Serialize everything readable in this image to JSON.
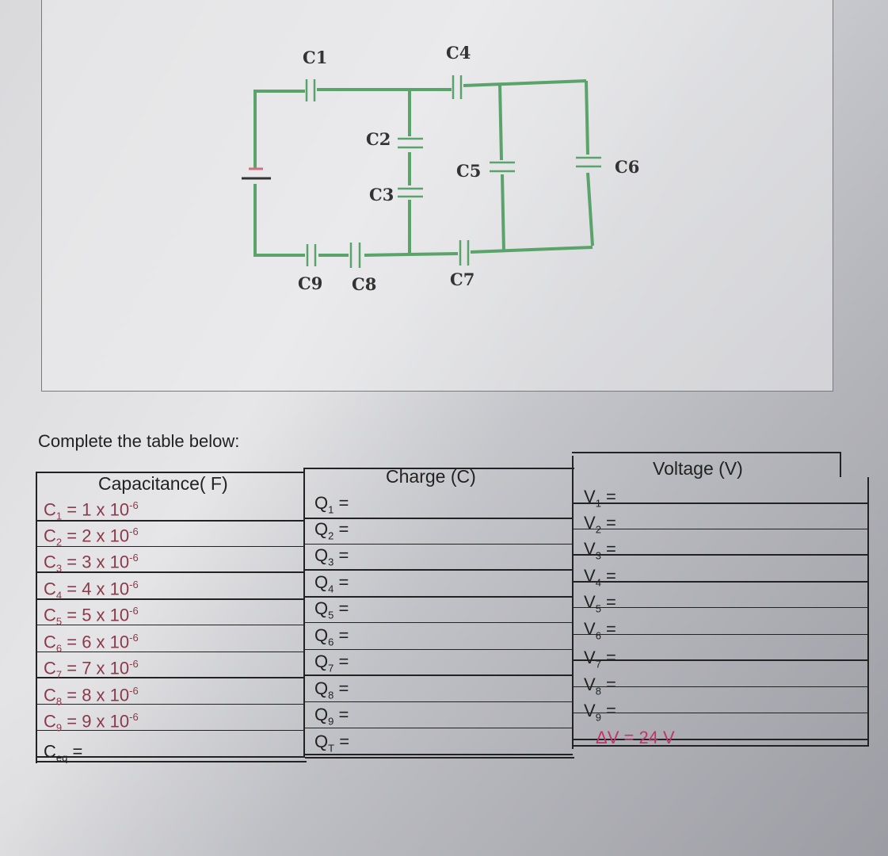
{
  "circuit": {
    "capacitor_labels": {
      "c1": "C1",
      "c2": "C2",
      "c3": "C3",
      "c4": "C4",
      "c5": "C5",
      "c6": "C6",
      "c7": "C7",
      "c8": "C8",
      "c9": "C9"
    },
    "wire_color": "#5aa36b"
  },
  "instruction": "Complete the table below:",
  "table": {
    "headers": {
      "capacitance": "Capacitance( F)",
      "charge": "Charge (C)",
      "voltage": "Voltage (V)"
    },
    "capacitance_rows": [
      {
        "sym": "C",
        "sub": "1",
        "val": " = 1 x 10",
        "exp": "-6"
      },
      {
        "sym": "C",
        "sub": "2",
        "val": " = 2 x 10",
        "exp": "-6"
      },
      {
        "sym": "C",
        "sub": "3",
        "val": " = 3 x 10",
        "exp": "-6"
      },
      {
        "sym": "C",
        "sub": "4",
        "val": " = 4 x 10",
        "exp": "-6"
      },
      {
        "sym": "C",
        "sub": "5",
        "val": " = 5 x 10",
        "exp": "-6"
      },
      {
        "sym": "C",
        "sub": "6",
        "val": " = 6 x 10",
        "exp": "-6"
      },
      {
        "sym": "C",
        "sub": "7",
        "val": " = 7 x 10",
        "exp": "-6"
      },
      {
        "sym": "C",
        "sub": "8",
        "val": " = 8 x 10",
        "exp": "-6"
      },
      {
        "sym": "C",
        "sub": "9",
        "val": " = 9 x 10",
        "exp": "-6"
      },
      {
        "sym": "C",
        "sub": "eq",
        "val": " =",
        "exp": ""
      }
    ],
    "charge_rows": [
      {
        "sym": "Q",
        "sub": "1",
        "val": " ="
      },
      {
        "sym": "Q",
        "sub": "2",
        "val": " ="
      },
      {
        "sym": "Q",
        "sub": "3",
        "val": " ="
      },
      {
        "sym": "Q",
        "sub": "4",
        "val": " ="
      },
      {
        "sym": "Q",
        "sub": "5",
        "val": " ="
      },
      {
        "sym": "Q",
        "sub": "6",
        "val": " ="
      },
      {
        "sym": "Q",
        "sub": "7",
        "val": " ="
      },
      {
        "sym": "Q",
        "sub": "8",
        "val": " ="
      },
      {
        "sym": "Q",
        "sub": "9",
        "val": " ="
      },
      {
        "sym": "Q",
        "sub": "T",
        "val": " ="
      }
    ],
    "voltage_rows": [
      {
        "sym": "V",
        "sub": "1",
        "val": " ="
      },
      {
        "sym": "V",
        "sub": "2",
        "val": " ="
      },
      {
        "sym": "V",
        "sub": "3",
        "val": " ="
      },
      {
        "sym": "V",
        "sub": "4",
        "val": " ="
      },
      {
        "sym": "V",
        "sub": "5",
        "val": " ="
      },
      {
        "sym": "V",
        "sub": "6",
        "val": " ="
      },
      {
        "sym": "V",
        "sub": "7",
        "val": " ="
      },
      {
        "sym": "V",
        "sub": "8",
        "val": " ="
      },
      {
        "sym": "V",
        "sub": "9",
        "val": " ="
      },
      {
        "sym": "ΔV = 24 V",
        "sub": "",
        "val": ""
      }
    ],
    "colors": {
      "capacitance_text": "#8a3a4a",
      "delta_v_text": "#c2356a"
    }
  }
}
